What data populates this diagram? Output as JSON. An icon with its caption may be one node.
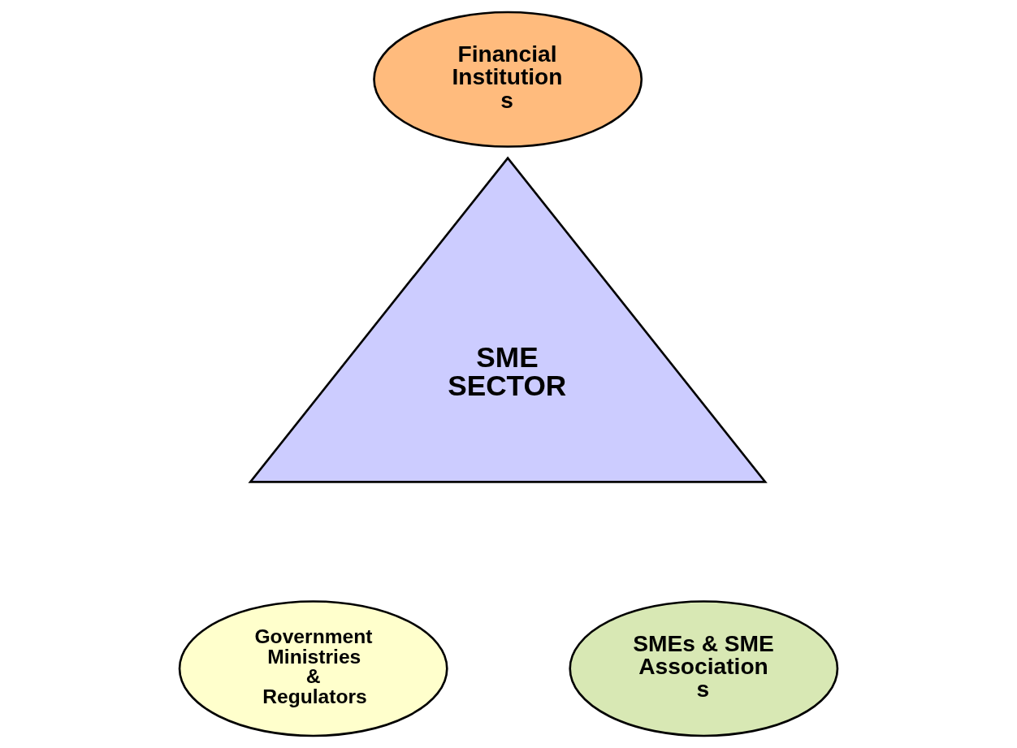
{
  "diagram": {
    "nodes": [
      {
        "text": [
          "Financial Institution s"
        ]
      },
      {
        "text": [
          "SME SECTOR"
        ]
      },
      {
        "text": [
          "Government Ministries & Regulators"
        ]
      },
      {
        "text": [
          "SMEs & SME Association s"
        ]
      }
    ]
  }
}
